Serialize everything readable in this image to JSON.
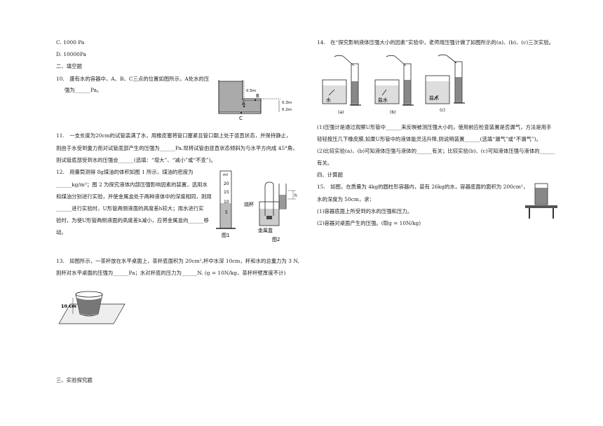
{
  "left": {
    "optC": "C. 1000 Pa",
    "optD": "D. 10000Pa",
    "sec2": "二、填空题",
    "q10": [
      "10.　盛有水的容器中，A、B、C三点的位置如图所示，A处水的压",
      "强为______Pa。"
    ],
    "q11": [
      "11.　一支长度为20cm的试管装满了水，用橡皮塞将管口塞紧且管口朝上处于竖直状态，并保持静止，",
      "则由于水受到重力而对试管底部产生的压强为______Pa.现将试管由竖直状态倾斜为与水平方向成 45°角，",
      "则试管底部受到水的压强会______(选填：“增大”、“减小”或“不变”)。"
    ],
    "q12": [
      "12.　用量筒测得 8g煤油的体积如图 1 所示，煤油的密度为",
      "______kg/m³；图 2 为探究液体内部压强影响因素的装置，选用水",
      "和煤油分别进行实验，并使金属盒处于两种液体中的深度相同，则用",
      "______进行实验时，U形管两侧液面的高度差h较大；用水进行实",
      "验时，为使U形管两侧液面的高度差h减小，应将金属盒向______移",
      "动。"
    ],
    "q13": [
      "13.　如图所示，一茶杯放在水平桌面上，茶杯底面积为 20cm²,杯中水深 10cm，杯和水的总重力为 3 N,",
      "则杯对水平桌面的压强为______Pa；水对杯底的压力为______N. (g = 10N/kg，茶杯杯壁厚度不计)"
    ],
    "sec3": "三、实验探究题"
  },
  "right": {
    "q14": "14.　在“探究影响液体压强大小的因素”实验中，老师用压强计做了如图所示的(a)、(b)、(c)三次实验。",
    "q14p1": [
      "(1)压强计是通过观察U形管中______来反映被测压强大小的。使用前应检查装置是否漏气，方法是用手",
      "轻轻按压几下橡皮膜,如果U形管中的液体能灵活升降,则说明装置______(选填“漏气”或“不漏气”)。"
    ],
    "q14p2": [
      "(2)比较实验(a)、(b)可知液体压强与液体的______有关；比较实验(b)、(c)可知液体压强与液体的______",
      "有关。"
    ],
    "sec4": "四、计算题",
    "q15": [
      "15.　如图，在质量为 4kg的圆柱形容器内，装有 26kg的水，容器底面的面积为 200cm²，",
      "水的深度为 50cm，求：",
      "(1)容器底面上所受到的水的压强和压力。",
      "(2)容器对桌面产生的压强。(取g = 10N/kg)"
    ]
  },
  "fig10": {
    "label_a": "A",
    "label_b": "B",
    "label_c": "C",
    "d1": "0.5m",
    "d2": "0.3m",
    "d3": "0.2m"
  },
  "fig12": {
    "cyl_ticks": [
      "ml",
      "20",
      "15",
      "10",
      "5"
    ],
    "lbl_beaker": "烧杯",
    "lbl_box": "金属盒",
    "lbl_h": "h",
    "cap1": "图1",
    "cap2": "图2"
  },
  "fig13": {
    "label": "10 cm"
  },
  "fig14": {
    "water": "水",
    "brine": "盐水",
    "cap_a": "(a)",
    "cap_b": "(b)",
    "cap_c": "(c)"
  }
}
